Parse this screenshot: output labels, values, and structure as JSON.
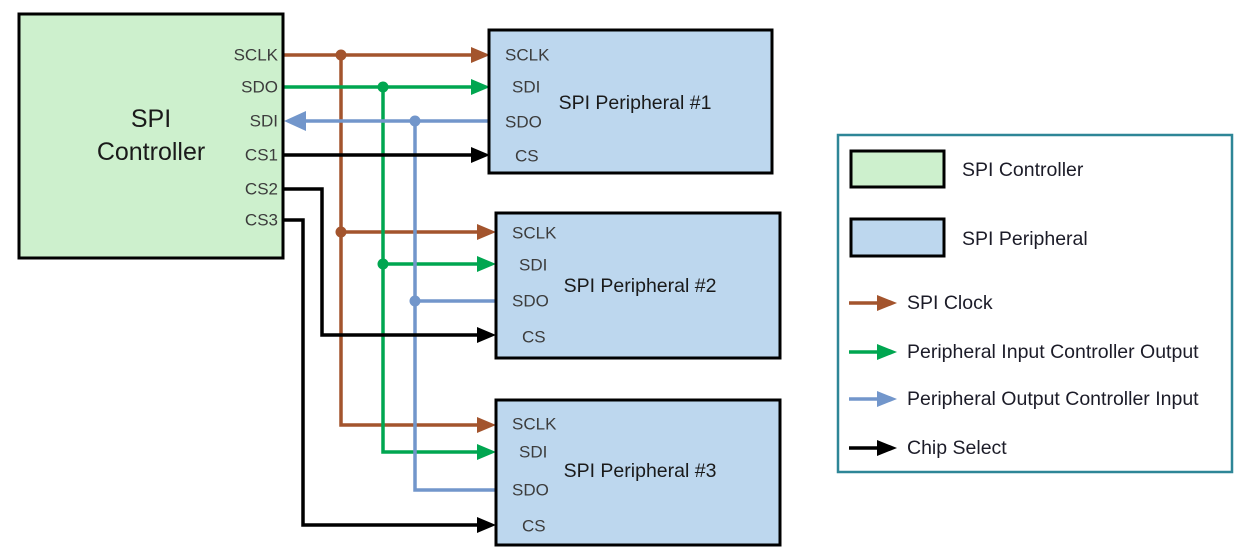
{
  "colors": {
    "background": "#FFFFFF",
    "controller_fill": "#CDF0CD",
    "peripheral_fill": "#BDD7EE",
    "box_border": "#000000",
    "wire_clock": "#A3542D",
    "wire_pico": "#00A650",
    "wire_poci": "#7296CB",
    "wire_cs": "#000000",
    "legend_border": "#2E8697",
    "title_text": "#1A1A1A",
    "pin_text": "#3C3C3C",
    "legend_text": "#1C1C28"
  },
  "controller": {
    "title_line1": "SPI",
    "title_line2": "Controller",
    "pins": {
      "sclk": "SCLK",
      "sdo": "SDO",
      "sdi": "SDI",
      "cs1": "CS1",
      "cs2": "CS2",
      "cs3": "CS3"
    }
  },
  "peripherals": {
    "p1": {
      "title": "SPI Peripheral #1",
      "pins": {
        "sclk": "SCLK",
        "sdi": "SDI",
        "sdo": "SDO",
        "cs": "CS"
      }
    },
    "p2": {
      "title": "SPI Peripheral #2",
      "pins": {
        "sclk": "SCLK",
        "sdi": "SDI",
        "sdo": "SDO",
        "cs": "CS"
      }
    },
    "p3": {
      "title": "SPI Peripheral #3",
      "pins": {
        "sclk": "SCLK",
        "sdi": "SDI",
        "sdo": "SDO",
        "cs": "CS"
      }
    }
  },
  "legend": {
    "controller_label": "SPI Controller",
    "peripheral_label": "SPI Peripheral",
    "clock_label": "SPI Clock",
    "pico_label": "Peripheral Input Controller Output",
    "poci_label": "Peripheral Output Controller Input",
    "cs_label": "Chip Select"
  }
}
